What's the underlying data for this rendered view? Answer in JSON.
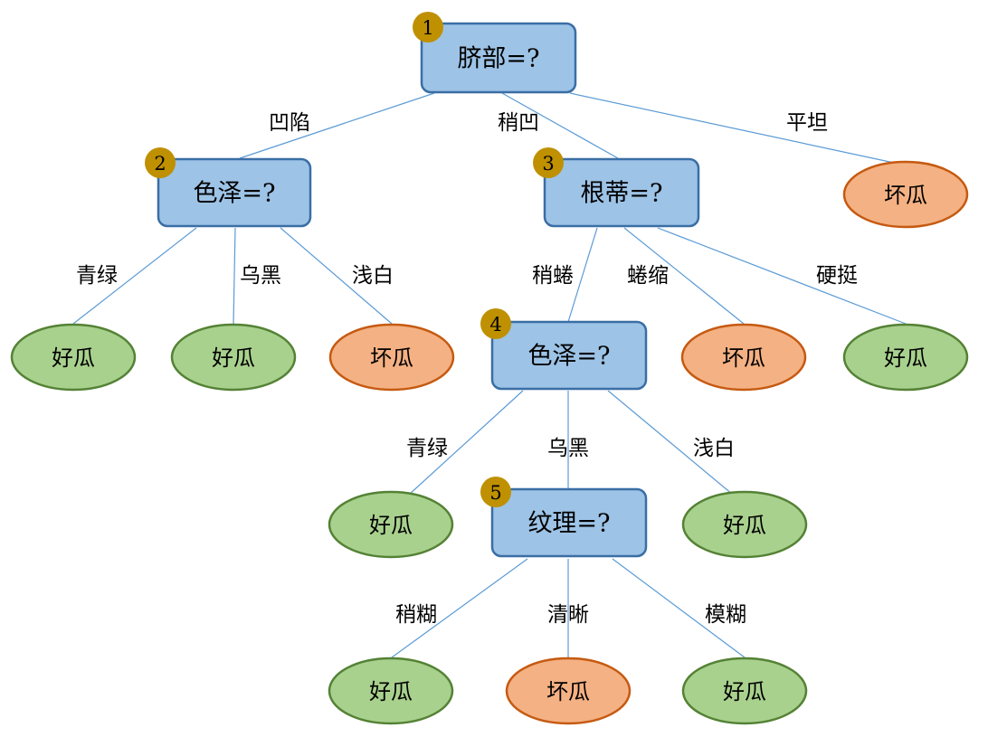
{
  "nodes": [
    {
      "id": "n1",
      "label": "脐部=?",
      "badge": "1"
    },
    {
      "id": "n2",
      "label": "色泽=?",
      "badge": "2"
    },
    {
      "id": "n3",
      "label": "根蒂=?",
      "badge": "3"
    },
    {
      "id": "n4",
      "label": "色泽=?",
      "badge": "4"
    },
    {
      "id": "n5",
      "label": "纹理=?",
      "badge": "5"
    }
  ],
  "leaves": [
    {
      "id": "l_flat",
      "label": "坏瓜",
      "class": "bad"
    },
    {
      "id": "l_n2_green",
      "label": "好瓜",
      "class": "good"
    },
    {
      "id": "l_n2_black",
      "label": "好瓜",
      "class": "good"
    },
    {
      "id": "l_n2_white",
      "label": "坏瓜",
      "class": "bad"
    },
    {
      "id": "l_n3_shrunk",
      "label": "坏瓜",
      "class": "bad"
    },
    {
      "id": "l_n3_stiff",
      "label": "好瓜",
      "class": "good"
    },
    {
      "id": "l_n4_green",
      "label": "好瓜",
      "class": "good"
    },
    {
      "id": "l_n4_white",
      "label": "好瓜",
      "class": "good"
    },
    {
      "id": "l_n5_slight",
      "label": "好瓜",
      "class": "good"
    },
    {
      "id": "l_n5_clear",
      "label": "坏瓜",
      "class": "bad"
    },
    {
      "id": "l_n5_blur",
      "label": "好瓜",
      "class": "good"
    }
  ],
  "edges": [
    {
      "from": "n1",
      "to": "n2",
      "label": "凹陷"
    },
    {
      "from": "n1",
      "to": "n3",
      "label": "稍凹"
    },
    {
      "from": "n1",
      "to": "l_flat",
      "label": "平坦"
    },
    {
      "from": "n2",
      "to": "l_n2_green",
      "label": "青绿"
    },
    {
      "from": "n2",
      "to": "l_n2_black",
      "label": "乌黑"
    },
    {
      "from": "n2",
      "to": "l_n2_white",
      "label": "浅白"
    },
    {
      "from": "n3",
      "to": "n4",
      "label": "稍蜷"
    },
    {
      "from": "n3",
      "to": "l_n3_shrunk",
      "label": "蜷缩"
    },
    {
      "from": "n3",
      "to": "l_n3_stiff",
      "label": "硬挺"
    },
    {
      "from": "n4",
      "to": "l_n4_green",
      "label": "青绿"
    },
    {
      "from": "n4",
      "to": "n5",
      "label": "乌黑"
    },
    {
      "from": "n4",
      "to": "l_n4_white",
      "label": "浅白"
    },
    {
      "from": "n5",
      "to": "l_n5_slight",
      "label": "稍糊"
    },
    {
      "from": "n5",
      "to": "l_n5_clear",
      "label": "清晰"
    },
    {
      "from": "n5",
      "to": "l_n5_blur",
      "label": "模糊"
    }
  ],
  "colors": {
    "question_fill": "#9dc3e6",
    "good_fill": "#a9d18e",
    "bad_fill": "#f4b183",
    "badge": "#bf9000",
    "edge": "#5b9bd5"
  }
}
